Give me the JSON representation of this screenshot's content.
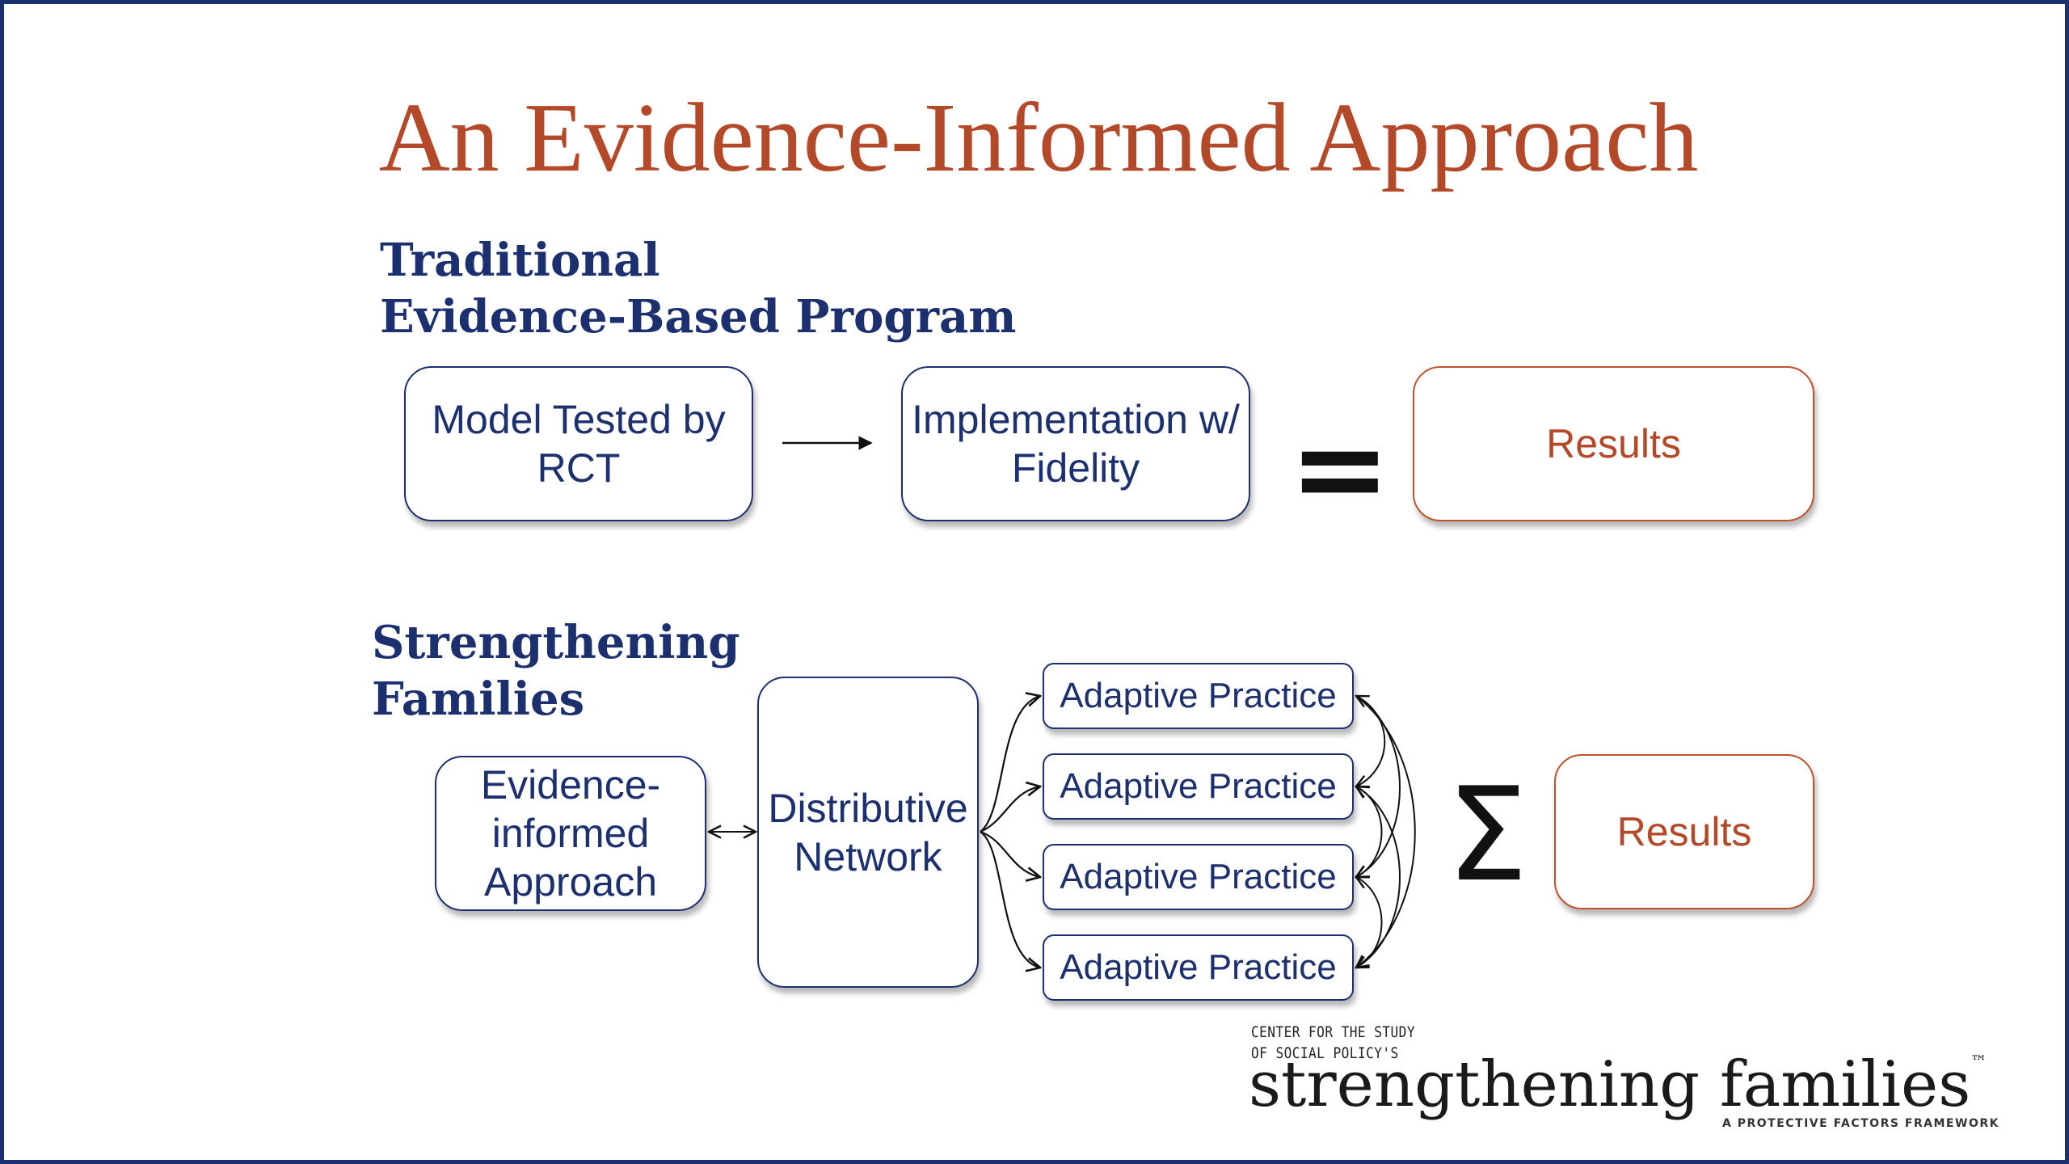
{
  "slide": {
    "title": "An Evidence-Informed Approach"
  },
  "traditional": {
    "heading_line1": "Traditional",
    "heading_line2": "Evidence-Based Program",
    "model_line1": "Model Tested by",
    "model_line2": "RCT",
    "implementation_line1": "Implementation w/",
    "implementation_line2": "Fidelity",
    "equals_symbol": "=",
    "results": "Results"
  },
  "strengthening": {
    "heading_line1": "Strengthening",
    "heading_line2": "Families",
    "evidence_line1": "Evidence-",
    "evidence_line2": "informed",
    "evidence_line3": "Approach",
    "network_line1": "Distributive",
    "network_line2": "Network",
    "practices": [
      "Adaptive Practice",
      "Adaptive Practice",
      "Adaptive Practice",
      "Adaptive Practice"
    ],
    "sum_symbol": "Σ",
    "results": "Results"
  },
  "logo": {
    "line1": "CENTER FOR THE STUDY",
    "line2": "OF SOCIAL POLICY'S",
    "name": "strengthening families",
    "trademark": "™",
    "tagline": "A PROTECTIVE FACTORS FRAMEWORK"
  },
  "colors": {
    "title": "#b4492a",
    "navy": "#1c2f6e",
    "results_border": "#c1502c"
  }
}
